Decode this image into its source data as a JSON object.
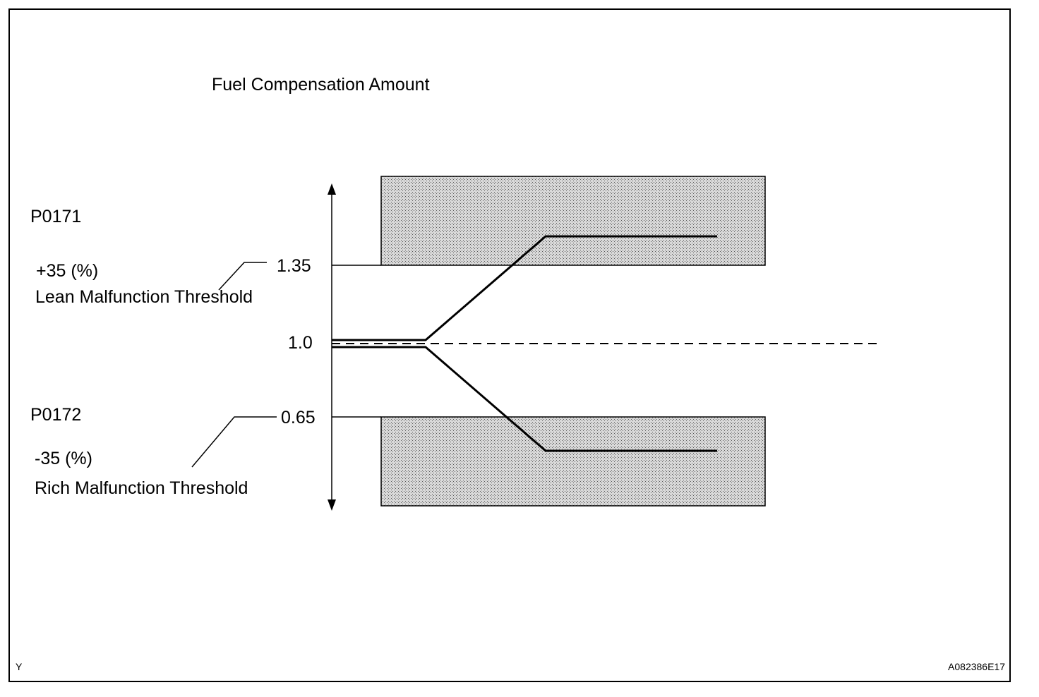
{
  "title": "Fuel Compensation Amount",
  "upper_code": "P0171",
  "lower_code": "P0172",
  "lean": {
    "percent_label": "+35 (%)",
    "label": "Lean Malfunction Threshold",
    "value_label": "1.35"
  },
  "rich": {
    "percent_label": "-35 (%)",
    "label": "Rich Malfunction Threshold",
    "value_label": "0.65"
  },
  "baseline_label": "1.0",
  "corner_mark": "Y",
  "figure_id": "A082386E17",
  "colors": {
    "line": "#000000",
    "zone_fill": "#c8c8c8",
    "background": "#ffffff"
  }
}
